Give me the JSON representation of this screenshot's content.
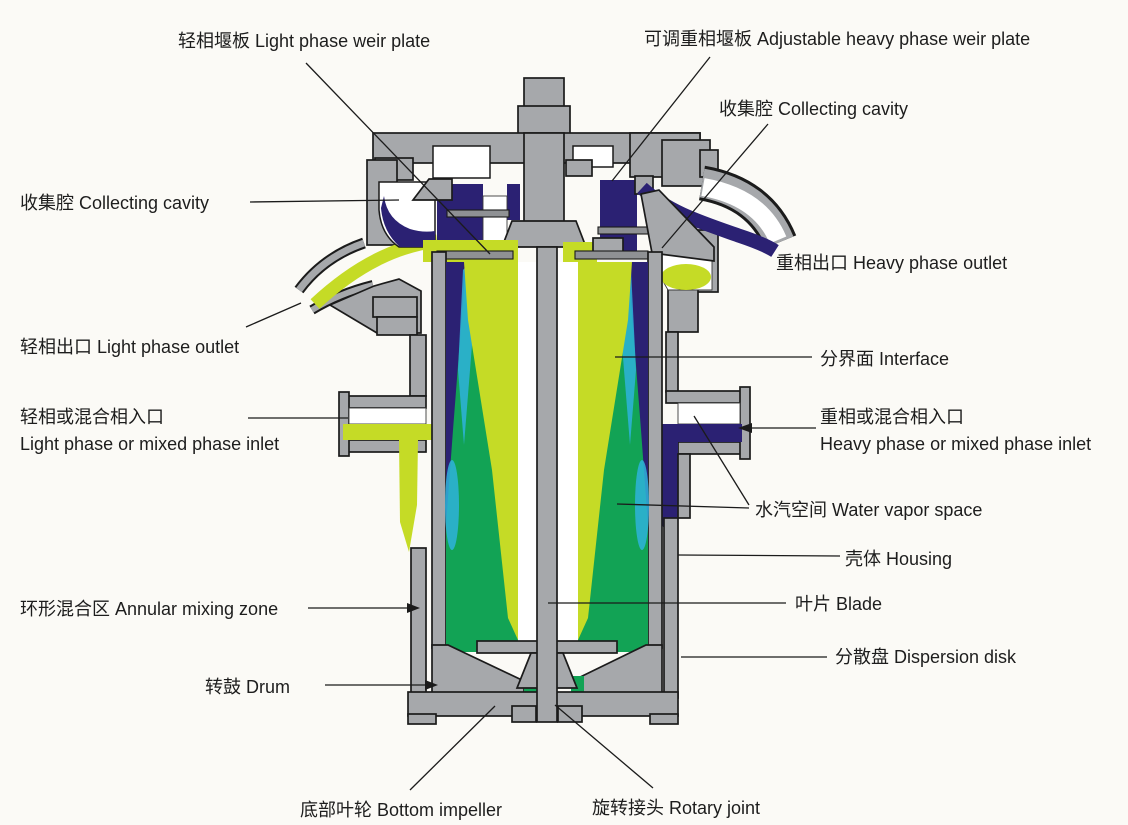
{
  "diagram": {
    "type": "annular-centrifugal-extractor-cross-section",
    "colors": {
      "paper_white": "#fbfaf6",
      "metal_gray": "#a6a8ab",
      "metal_light": "#c9cbcd",
      "outline_black": "#1b1b1b",
      "heavy_phase_navy": "#2b2173",
      "light_phase_yellow_green": "#c5db26",
      "mixed_phase_green": "#12a355",
      "droplet_cyan": "#2fb3dc"
    },
    "labels": {
      "light_weir": {
        "zh": "轻相堰板",
        "en": "Light phase weir plate"
      },
      "adj_heavy_weir": {
        "zh": "可调重相堰板",
        "en": "Adjustable heavy phase weir plate"
      },
      "collecting_right": {
        "zh": "收集腔",
        "en": "Collecting cavity"
      },
      "collecting_left": {
        "zh": "收集腔",
        "en": "Collecting cavity"
      },
      "heavy_outlet": {
        "zh": "重相出口",
        "en": "Heavy phase outlet"
      },
      "light_outlet": {
        "zh": "轻相出口",
        "en": "Light phase outlet"
      },
      "interface": {
        "zh": "分界面",
        "en": "Interface"
      },
      "light_inlet": {
        "zh": "轻相或混合相入口",
        "en": "Light phase or mixed phase inlet"
      },
      "heavy_inlet": {
        "zh": "重相或混合相入口",
        "en": "Heavy phase or mixed phase inlet"
      },
      "vapor_space": {
        "zh": "水汽空间",
        "en": "Water vapor space"
      },
      "housing": {
        "zh": "壳体",
        "en": "Housing"
      },
      "blade": {
        "zh": "叶片",
        "en": "Blade"
      },
      "dispersion_disk": {
        "zh": "分散盘",
        "en": "Dispersion disk"
      },
      "annular_zone": {
        "zh": "环形混合区",
        "en": "Annular mixing zone"
      },
      "drum": {
        "zh": "转鼓",
        "en": "Drum"
      },
      "bottom_impeller": {
        "zh": "底部叶轮",
        "en": "Bottom impeller"
      },
      "rotary_joint": {
        "zh": "旋转接头",
        "en": "Rotary joint"
      }
    }
  }
}
